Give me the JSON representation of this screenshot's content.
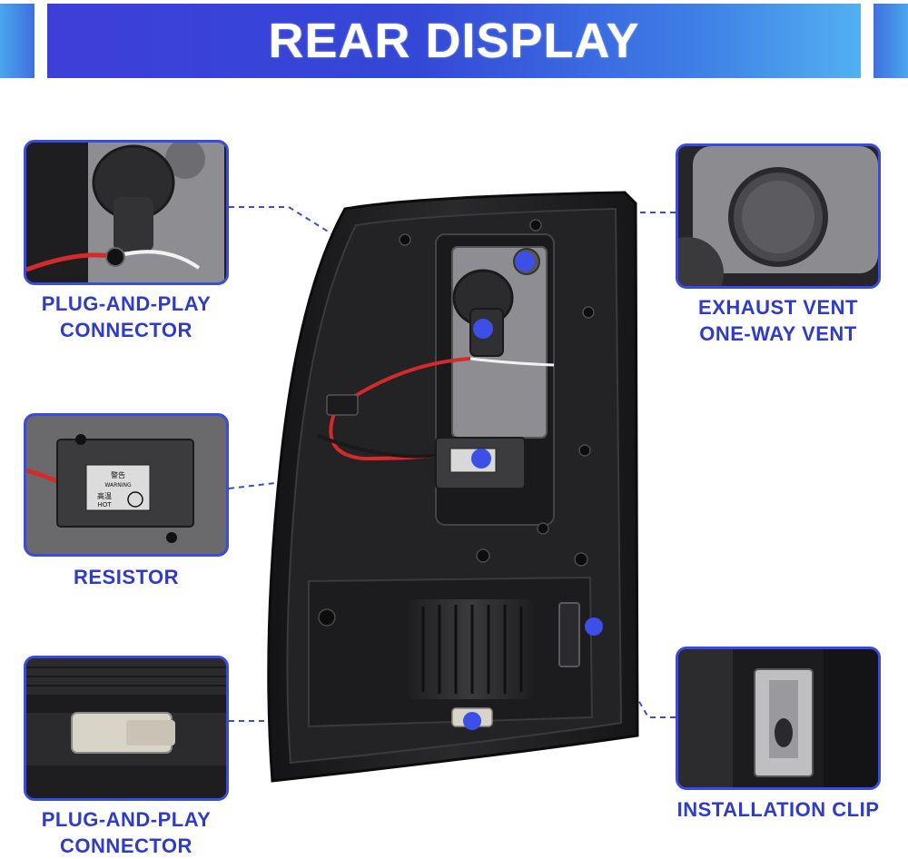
{
  "banner": {
    "title": "REAR DISPLAY",
    "colors": {
      "left": "#3d3fd9",
      "right": "#52b0f0"
    }
  },
  "callouts": {
    "top_left": {
      "lines": [
        "PLUG-AND-PLAY",
        "CONNECTOR"
      ]
    },
    "middle_left": {
      "lines": [
        "RESISTOR"
      ]
    },
    "bottom_left": {
      "lines": [
        "PLUG-AND-PLAY",
        "CONNECTOR"
      ]
    },
    "top_right": {
      "lines": [
        "EXHAUST VENT",
        "ONE-WAY VENT"
      ]
    },
    "bottom_right": {
      "lines": [
        "INSTALLATION CLIP"
      ]
    }
  },
  "resistor_markings": {
    "warning_cn": "警告",
    "warning": "WARNING",
    "hot_cn": "高温",
    "hot": "HOT"
  },
  "colors": {
    "accent": "#2e3cc7",
    "frame": "#3a4be0",
    "marker": "#3d4fe6",
    "housing": "#1f1f21"
  }
}
